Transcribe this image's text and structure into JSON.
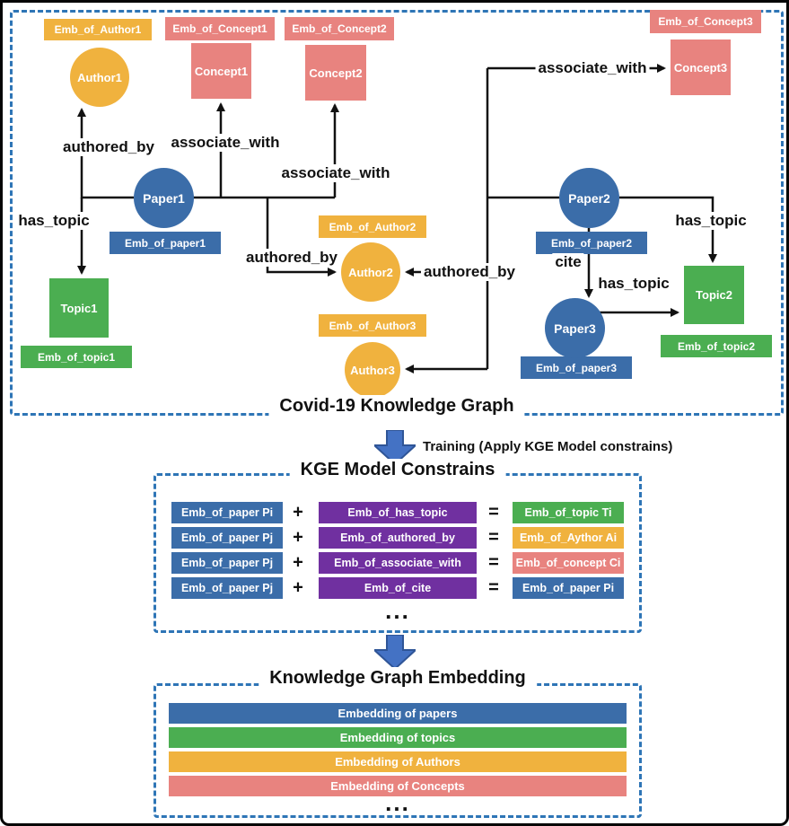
{
  "colors": {
    "paper_blue": "#3B6DA9",
    "author_yellow": "#F0B23E",
    "concept_pink": "#E8837F",
    "topic_green": "#4BAE51",
    "relation_purple": "#7030A0",
    "flow_arrow_blue": "#4472C4",
    "dashed_border_blue": "#2E75B6",
    "edge_black": "#111111"
  },
  "kg": {
    "title": "Covid-19 Knowledge Graph",
    "nodes": {
      "author1": "Author1",
      "author2": "Author2",
      "author3": "Author3",
      "concept1": "Concept1",
      "concept2": "Concept2",
      "concept3": "Concept3",
      "paper1": "Paper1",
      "paper2": "Paper2",
      "paper3": "Paper3",
      "topic1": "Topic1",
      "topic2": "Topic2"
    },
    "embeddings": {
      "author1": "Emb_of_Author1",
      "author2": "Emb_of_Author2",
      "author3": "Emb_of_Author3",
      "concept1": "Emb_of_Concept1",
      "concept2": "Emb_of_Concept2",
      "concept3": "Emb_of_Concept3",
      "paper1": "Emb_of_paper1",
      "paper2": "Emb_of_paper2",
      "paper3": "Emb_of_paper3",
      "topic1": "Emb_of_topic1",
      "topic2": "Emb_of_topic2"
    },
    "edge_labels": {
      "authored_by_author1": "authored_by",
      "associate_with_concept1": "associate_with",
      "associate_with_concept2": "associate_with",
      "associate_with_concept3": "associate_with",
      "has_topic_topic1": "has_topic",
      "has_topic_topic2": "has_topic",
      "has_topic_paper3": "has_topic",
      "authored_by_author2_left": "authored_by",
      "authored_by_author2_right": "authored_by",
      "cite": "cite"
    }
  },
  "training_arrow": {
    "caption": "Training (Apply KGE Model constrains)"
  },
  "kge_constraints": {
    "title": "KGE Model Constrains",
    "rows": [
      {
        "head": "Emb_of_paper Pi",
        "plus": "+",
        "relation": "Emb_of_has_topic",
        "equals": "=",
        "tail": "Emb_of_topic Ti"
      },
      {
        "head": "Emb_of_paper Pj",
        "plus": "+",
        "relation": "Emb_of_authored_by",
        "equals": "=",
        "tail": "Emb_of_Aythor Ai"
      },
      {
        "head": "Emb_of_paper Pj",
        "plus": "+",
        "relation": "Emb_of_associate_with",
        "equals": "=",
        "tail": "Emb_of_concept Ci"
      },
      {
        "head": "Emb_of_paper Pj",
        "plus": "+",
        "relation": "Emb_of_cite",
        "equals": "=",
        "tail": "Emb_of_paper Pi"
      }
    ],
    "ellipsis": "..."
  },
  "kg_embedding": {
    "title": "Knowledge Graph Embedding",
    "bars": [
      {
        "label": "Embedding of papers"
      },
      {
        "label": "Embedding of topics"
      },
      {
        "label": "Embedding of Authors"
      },
      {
        "label": "Embedding of Concepts"
      }
    ],
    "ellipsis": "..."
  }
}
